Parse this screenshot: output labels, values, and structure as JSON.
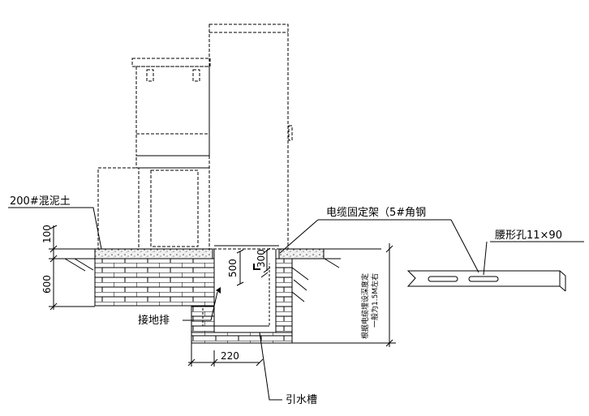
{
  "labels": {
    "concrete": "200#混泥土",
    "cable_bracket": "电缆固定架（5#角钢",
    "slotted_hole": "腰形孔11×90",
    "grounding_bar": "接地排",
    "drain_trench": "引水槽",
    "depth_note_line1": "根据电缆埋设深度定",
    "depth_note_line2": "一般为1.5M左右"
  },
  "dimensions": {
    "slab_thickness": "100",
    "wall_height": "600",
    "trench_width": "220",
    "bracket_spacing": "500",
    "bracket_height": "300"
  },
  "colors": {
    "line": "#000000",
    "background": "#ffffff",
    "concrete_fill": "#f1f1f1"
  }
}
